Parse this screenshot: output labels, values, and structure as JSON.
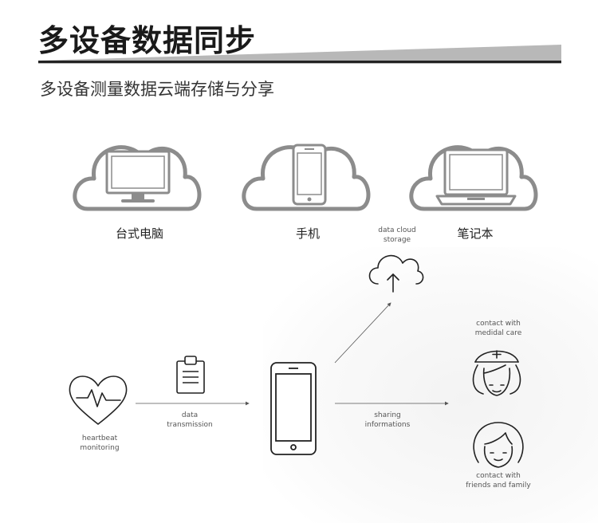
{
  "header": {
    "title": "多设备数据同步",
    "subtitle": "多设备测量数据云端存储与分享"
  },
  "devices": [
    {
      "label": "台式电脑",
      "icon": "desktop-icon"
    },
    {
      "label": "手机",
      "icon": "phone-icon"
    },
    {
      "label": "笔记本",
      "icon": "laptop-icon"
    }
  ],
  "flow": {
    "heartbeat": [
      "heartbeat",
      "monitoring"
    ],
    "transmission": [
      "data",
      "transmission"
    ],
    "cloud": [
      "data cloud",
      "storage"
    ],
    "sharing": [
      "sharing",
      "informations"
    ],
    "medical": [
      "contact with",
      "medidal care"
    ],
    "family": [
      "contact with",
      "friends and family"
    ]
  },
  "colors": {
    "cloud_gray": "#8c8c8c",
    "title_bar": "#b8b8b8",
    "line": "#555555"
  }
}
